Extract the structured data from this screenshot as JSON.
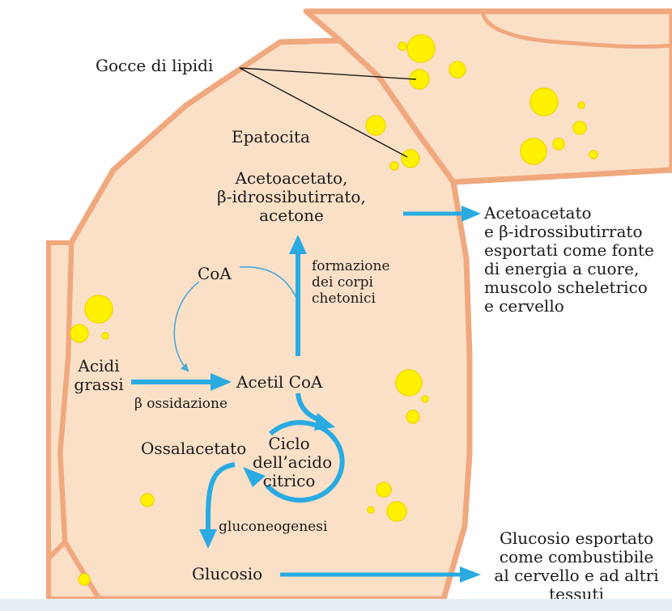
{
  "colors": {
    "cell_fill": "#fbe0c8",
    "cell_border": "#f0a87e",
    "lipid": "#fff200",
    "arrow": "#29abe2",
    "thin_arrow": "#4aa8d6"
  },
  "labels": {
    "lipid_droplets": "Gocce di lipidi",
    "hepatocyte": "Epatocita",
    "ketone_bodies": [
      "Acetoacetato,",
      "β-idrossibutirrato,",
      "acetone"
    ],
    "exported_ketones": [
      "Acetoacetato",
      "e β-idrossibutirrato",
      "esportati come fonte",
      "di energia a cuore,",
      "muscolo scheletrico",
      "e cervello"
    ],
    "ketogenesis": [
      "formazione",
      "dei corpi",
      "chetonici"
    ],
    "coa": "CoA",
    "fatty_acids": [
      "Acidi",
      "grassi"
    ],
    "beta_oxidation": "β ossidazione",
    "acetyl_coa": "Acetil CoA",
    "oxaloacetate": "Ossalacetato",
    "citric_cycle": [
      "Ciclo",
      "dell’acido",
      "citrico"
    ],
    "gluconeogenesis": "gluconeogenesi",
    "glucose": "Glucosio",
    "exported_glucose": [
      "Glucosio esportato",
      "come combustibile",
      "al cervello e ad altri",
      "tessuti"
    ]
  }
}
